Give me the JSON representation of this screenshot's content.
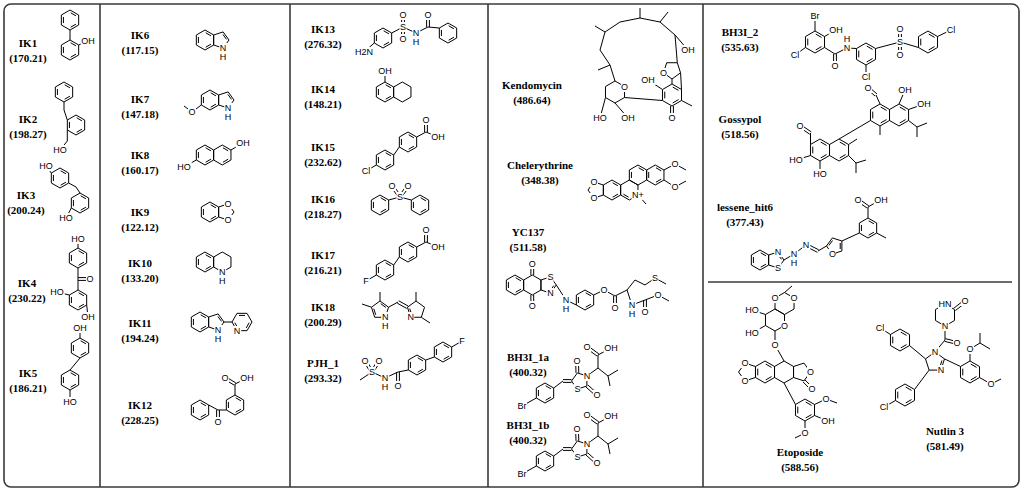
{
  "diagram": {
    "nodes": [
      {
        "text": [
          "IK1",
          "(170.21)"
        ]
      },
      {
        "text": [
          "IK2",
          "(198.27)"
        ]
      },
      {
        "text": [
          "IK3",
          "(200.24)"
        ]
      },
      {
        "text": [
          "IK4",
          "(230.22)"
        ]
      },
      {
        "text": [
          "IK5",
          "(186.21)"
        ]
      },
      {
        "text": [
          "IK6",
          "(117.15)"
        ]
      },
      {
        "text": [
          "IK7",
          "(147.18)"
        ]
      },
      {
        "text": [
          "IK8",
          "(160.17)"
        ]
      },
      {
        "text": [
          "IK9",
          "(122.12)"
        ]
      },
      {
        "text": [
          "IK10",
          "(133.20)"
        ]
      },
      {
        "text": [
          "IK11",
          "(194.24)"
        ]
      },
      {
        "text": [
          "IK12",
          "(228.25)"
        ]
      },
      {
        "text": [
          "IK13",
          "(276.32)"
        ]
      },
      {
        "text": [
          "IK14",
          "(148.21)"
        ]
      },
      {
        "text": [
          "IK15",
          "(232.62)"
        ]
      },
      {
        "text": [
          "IK16",
          "(218.27)"
        ]
      },
      {
        "text": [
          "IK17",
          "(216.21)"
        ]
      },
      {
        "text": [
          "IK18",
          "(200.29)"
        ]
      },
      {
        "text": [
          "PJH_1",
          "(293.32)"
        ]
      },
      {
        "text": [
          "Kendomycin",
          "(486.64)"
        ]
      },
      {
        "text": [
          "Chelerythrine",
          "(348.38)"
        ]
      },
      {
        "text": [
          "YC137",
          "(511.58)"
        ]
      },
      {
        "text": [
          "BH3I_1a",
          "(400.32)"
        ]
      },
      {
        "text": [
          "BH3I_1b",
          "(400.32)"
        ]
      },
      {
        "text": [
          "BH3I_2",
          "(535.63)"
        ]
      },
      {
        "text": [
          "Gossypol",
          "(518.56)"
        ]
      },
      {
        "text": [
          "lessene_hit6",
          "(377.43)"
        ]
      },
      {
        "text": [
          "Etoposide",
          "(588.56)"
        ]
      },
      {
        "text": [
          "Nutlin 3",
          "(581.49)"
        ]
      }
    ],
    "labels": [
      "OH",
      "HO",
      "HO",
      "HO",
      "HO",
      "O",
      "HO",
      "OH",
      "OH",
      "HO",
      "N",
      "H",
      "O",
      "N",
      "H",
      "HO",
      "OH",
      "O",
      "O",
      "N",
      "H",
      "N",
      "H",
      "N",
      "O",
      "O",
      "OH",
      "H2N",
      "S",
      "O",
      "O",
      "N",
      "H",
      "O",
      "OH",
      "Cl",
      "O",
      "OH",
      "O",
      "O",
      "S",
      "F",
      "O",
      "OH",
      "N",
      "H",
      "N",
      "O",
      "O",
      "S",
      "N",
      "H",
      "O",
      "F",
      "O",
      "O",
      "OH",
      "OH",
      "HO",
      "OH",
      "O",
      "O",
      "O",
      "N+",
      "O",
      "O",
      "O",
      "S",
      "N",
      "O",
      "N",
      "H",
      "O",
      "O",
      "S",
      "N",
      "H",
      "O",
      "O",
      "Br",
      "O",
      "N",
      "S",
      "O",
      "O",
      "OH",
      "Br",
      "O",
      "N",
      "S",
      "O",
      "O",
      "OH",
      "Br",
      "OH",
      "O",
      "N",
      "H",
      "Cl",
      "Cl",
      "S",
      "O",
      "O",
      "Cl",
      "O",
      "HO",
      "HO",
      "O",
      "OH",
      "OH",
      "N",
      "S",
      "N",
      "H",
      "N",
      "O",
      "O",
      "OH",
      "O",
      "O",
      "O",
      "HO",
      "HO",
      "O",
      "O",
      "O",
      "O",
      "O",
      "O",
      "OH",
      "O",
      "O",
      "HN",
      "N",
      "O",
      "N",
      "N",
      "O",
      "O",
      "Cl",
      "Cl"
    ]
  }
}
